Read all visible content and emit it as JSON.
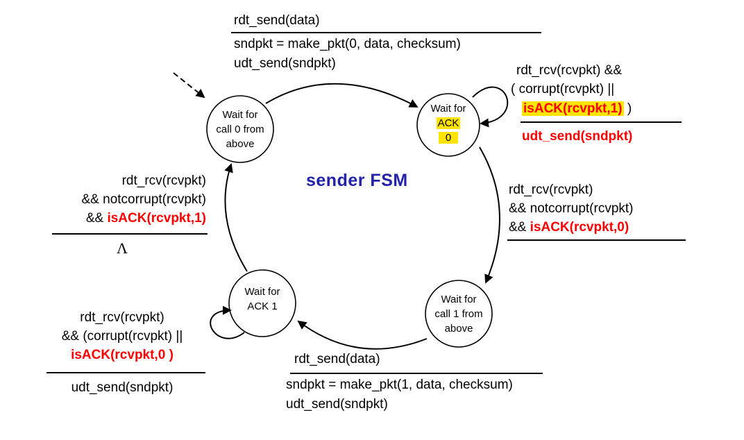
{
  "title": "sender FSM",
  "colors": {
    "title_blue": "#2222aa",
    "emphasis_red": "#ff0000",
    "highlight_yellow": "#ffe400",
    "stroke_black": "#000000",
    "background": "#ffffff"
  },
  "states": {
    "wait_call0": {
      "lines": [
        "Wait for",
        "call 0 from",
        "above"
      ]
    },
    "wait_ack0": {
      "line1": "Wait for",
      "line2": "ACK",
      "line3": "0"
    },
    "wait_call1": {
      "lines": [
        "Wait for",
        "call 1 from",
        "above"
      ]
    },
    "wait_ack1": {
      "lines": [
        "Wait for",
        "ACK 1"
      ]
    }
  },
  "transitions": {
    "send0": {
      "event": "rdt_send(data)",
      "action1": "sndpkt = make_pkt(0, data, checksum)",
      "action2": "udt_send(sndpkt)"
    },
    "ack0_selfloop": {
      "cond1": "rdt_rcv(rcvpkt) &&",
      "cond2": "( corrupt(rcvpkt) ||",
      "cond3_highlight": "isACK(rcvpkt,1)",
      "cond3_suffix": " )",
      "action": "udt_send(sndpkt)"
    },
    "ack0_ok": {
      "cond1": "rdt_rcv(rcvpkt)",
      "cond2": "&& notcorrupt(rcvpkt)",
      "cond3_prefix": "&& ",
      "cond3_highlight": "isACK(rcvpkt,0)"
    },
    "send1": {
      "event": "rdt_send(data)",
      "action1": "sndpkt = make_pkt(1, data, checksum)",
      "action2": "udt_send(sndpkt)"
    },
    "ack1_selfloop": {
      "cond1": "rdt_rcv(rcvpkt)",
      "cond2": "&& (corrupt(rcvpkt) ||",
      "cond3_highlight": "isACK(rcvpkt,0 )",
      "action": "udt_send(sndpkt)"
    },
    "ack1_ok": {
      "cond1": "rdt_rcv(rcvpkt)",
      "cond2": "&& notcorrupt(rcvpkt)",
      "cond3_prefix": "&& ",
      "cond3_highlight": "isACK(rcvpkt,1)",
      "action": "Λ"
    }
  }
}
